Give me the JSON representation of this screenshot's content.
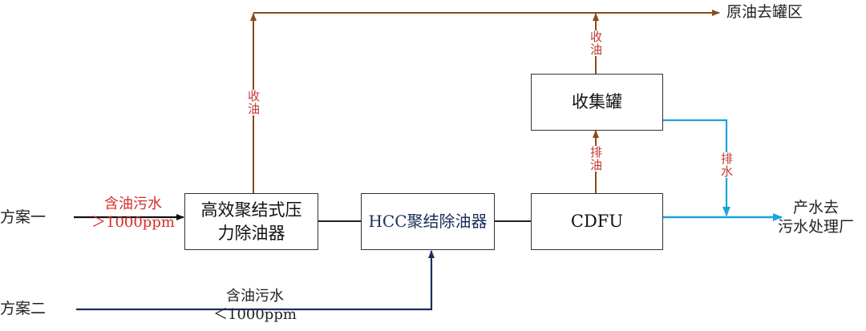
{
  "boxes": {
    "coalescer": "高效聚结式压\n力除油器",
    "hcc": "HCC聚结除油器",
    "cdfu": "CDFU",
    "tank": "收集罐"
  },
  "labels": {
    "scheme1": "方案一",
    "scheme2": "方案二",
    "scheme1_in": "含油污水\n＞1000ppm",
    "scheme2_in": "含油污水\n＜1000ppm",
    "crude_out": "原油去罐区",
    "water_out": "产水去\n污水处理厂",
    "oil_recovery_left": "收油",
    "oil_recovery_top": "收油",
    "oil_discharge": "排油",
    "water_discharge": "排水"
  },
  "colors": {
    "oil_line": "#8b4a1a",
    "water_line": "#1aa3e0",
    "scheme2_line": "#1a2f5a",
    "main_line": "#222222",
    "text_red": "#d62c2c"
  }
}
